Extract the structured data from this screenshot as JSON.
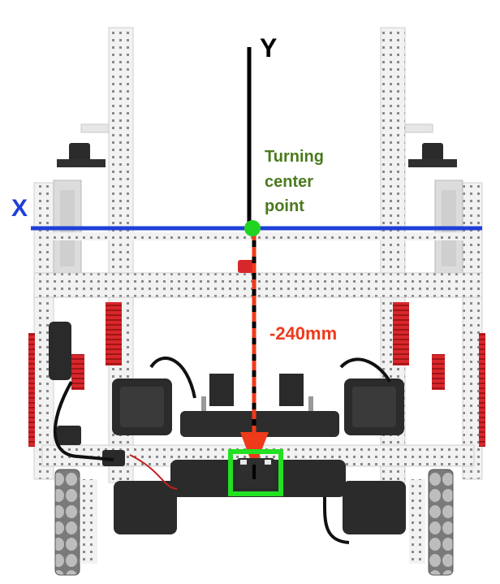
{
  "labels": {
    "y_axis": "Y",
    "x_axis": "X",
    "turning_center_line1": "Turning",
    "turning_center_line2": "center",
    "turning_center_line3": "point",
    "offset": "-240mm"
  },
  "colors": {
    "x_axis": "#1f3fd6",
    "y_axis": "#000000",
    "center_point": "#22d422",
    "turning_label": "#4a7a1e",
    "offset_arrow": "#ee3a1a",
    "offset_label": "#ee3a1a",
    "sensor_box": "#22e022",
    "robot_frame": "#efefef",
    "robot_motor": "#2b2b2b",
    "robot_gear": "#d8272b",
    "robot_wheel": "#b5b5b5"
  },
  "icons": {
    "robot": "robot-chassis-top-view-icon",
    "sensor": "sensor-icon"
  }
}
